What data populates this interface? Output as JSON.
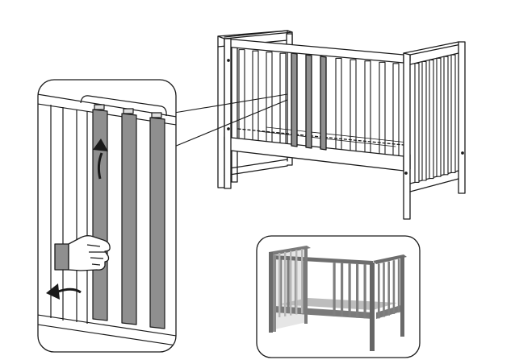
{
  "figure": {
    "kind": "assembly-instruction-illustration",
    "subject": "crib",
    "panels": [
      {
        "id": "main",
        "content": "crib-line-drawing"
      },
      {
        "id": "detail",
        "content": "slat-removal-closeup"
      },
      {
        "id": "photo",
        "content": "crib-with-removed-slats-render"
      }
    ],
    "removed_slat_count": 3,
    "colors": {
      "line": "#1a1a1a",
      "slat_fill": "#8f8f8f",
      "photo_wood": "#8a8a8a",
      "photo_dark": "#5e5e5e",
      "background": "#ffffff"
    },
    "icons": [
      "hand-pointing-icon",
      "arrow-up-icon",
      "arrow-left-icon"
    ]
  }
}
